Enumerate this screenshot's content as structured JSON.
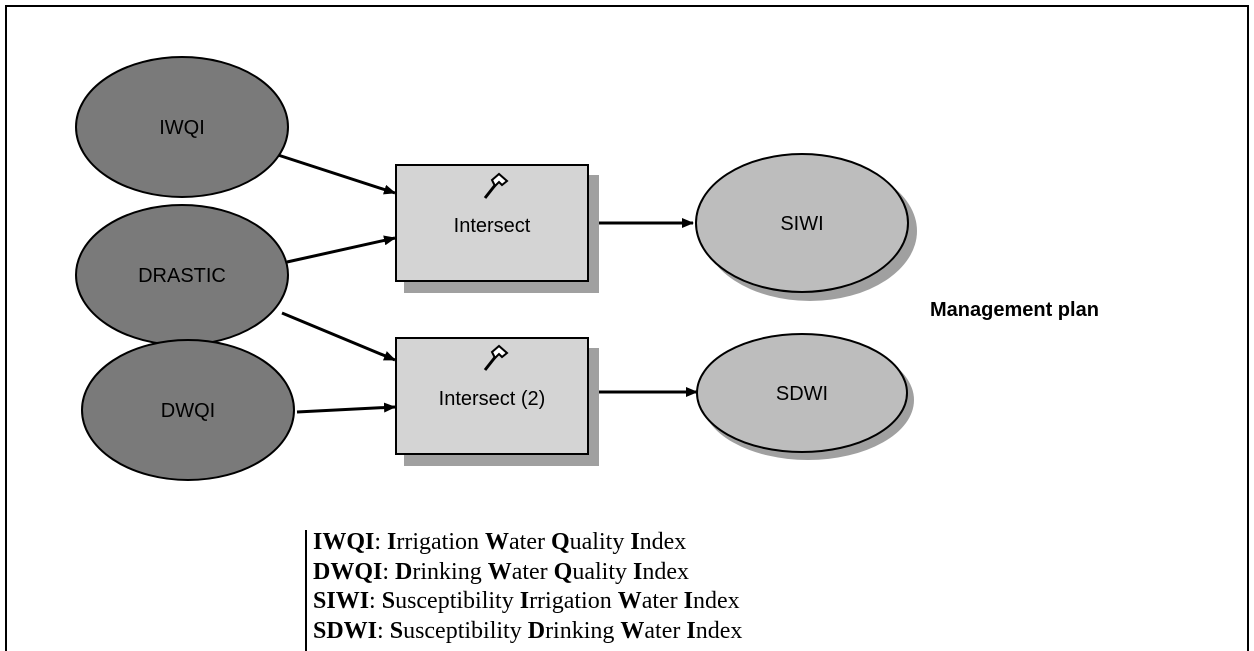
{
  "inputs": [
    {
      "id": "iwqi",
      "label": "IWQI"
    },
    {
      "id": "drastic",
      "label": "DRASTIC"
    },
    {
      "id": "dwqi",
      "label": "DWQI"
    }
  ],
  "tools": [
    {
      "id": "intersect1",
      "label": "Intersect",
      "icon": "hammer-icon"
    },
    {
      "id": "intersect2",
      "label": "Intersect (2)",
      "icon": "hammer-icon"
    }
  ],
  "outputs": [
    {
      "id": "siwi",
      "label": "SIWI"
    },
    {
      "id": "sdwi",
      "label": "SDWI"
    }
  ],
  "side_label": "Management plan",
  "legend": [
    {
      "abbr": "IWQI",
      "words": [
        "Irrigation",
        "Water",
        "Quality",
        "Index"
      ]
    },
    {
      "abbr": "DWQI",
      "words": [
        "Drinking",
        "Water",
        "Quality",
        "Index"
      ]
    },
    {
      "abbr": "SIWI",
      "words": [
        "Susceptibility",
        "Irrigation",
        "Water",
        "Index"
      ]
    },
    {
      "abbr": "SDWI",
      "words": [
        "Susceptibility",
        "Drinking",
        "Water",
        "Index"
      ]
    }
  ],
  "colors": {
    "input_fill": "#7a7a7a",
    "tool_fill": "#d4d4d4",
    "output_fill": "#bdbdbd",
    "shadow": "#a0a0a0"
  }
}
